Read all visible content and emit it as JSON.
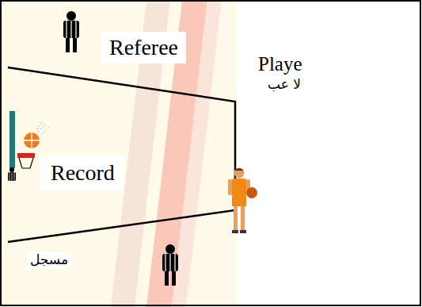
{
  "diagram": {
    "labels": [
      "Referee",
      "Playe",
      "لا عب",
      "Record",
      "مسجل"
    ]
  }
}
